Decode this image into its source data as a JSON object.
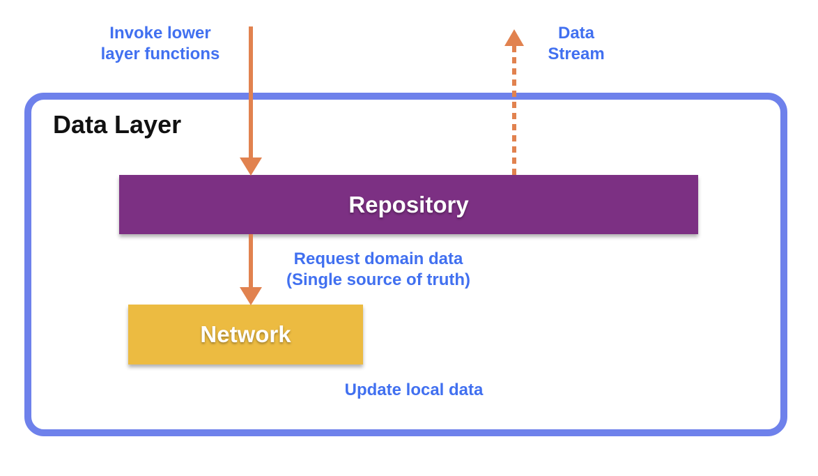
{
  "colors": {
    "background": "#FFFFFF",
    "frame_blue": "#6E81EB",
    "accent_blue": "#4170F0",
    "orange": "#E1824F",
    "purple": "#7C3083",
    "yellow": "#ECBB41",
    "node_text": "#FFFFFF",
    "title_text": "#111111"
  },
  "diagram": {
    "container_label": "Data Layer",
    "nodes": {
      "repository_label": "Repository",
      "network_label": "Network"
    },
    "annotations": {
      "invoke": "Invoke lower\nlayer functions",
      "data_stream": "Data\nStream",
      "request": "Request domain data\n(Single source of truth)",
      "update": "Update local data"
    }
  }
}
